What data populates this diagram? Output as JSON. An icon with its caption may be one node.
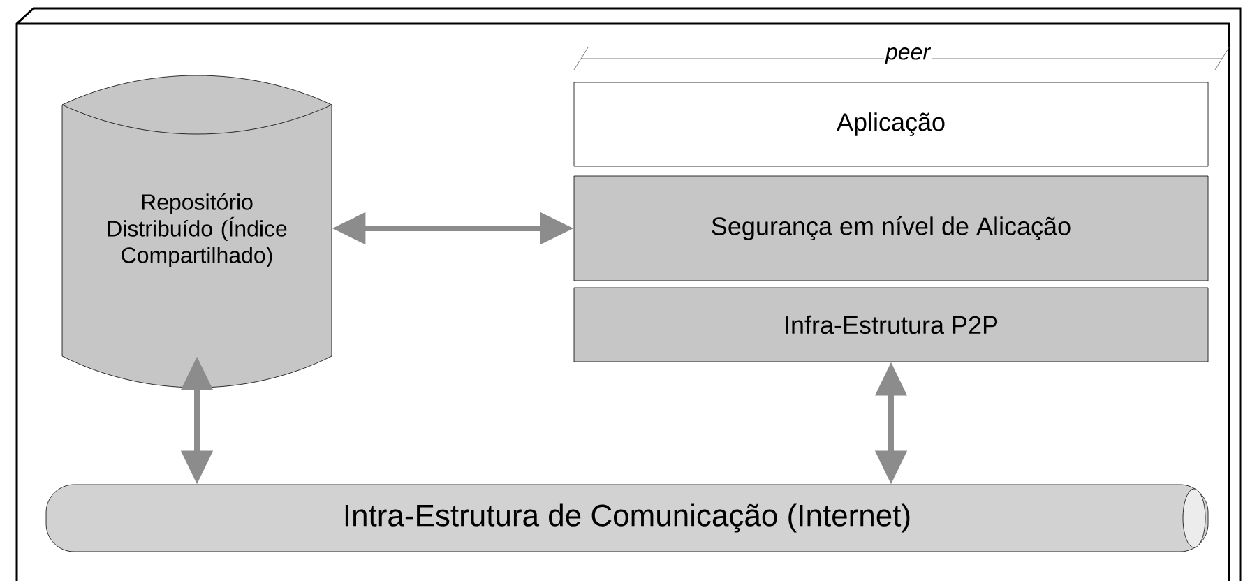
{
  "diagram": {
    "nodes": [
      {
        "text": [
          "Repositório Distribuído (Índice Compartilhado)"
        ]
      },
      {
        "text": [
          "Aplicação"
        ]
      },
      {
        "text": [
          "Segurança em nível de Alicação"
        ]
      },
      {
        "text": [
          "Infra-Estrutura P2P"
        ]
      },
      {
        "text": [
          "Intra-Estrutura de Comunicação (Internet)"
        ]
      }
    ],
    "edges": [
      {
        "from": 0,
        "to": 2,
        "arrow": "both"
      },
      {
        "from": 0,
        "to": 4,
        "arrow": "both"
      },
      {
        "from": 3,
        "to": 4,
        "arrow": "both"
      }
    ],
    "labels": [
      "peer"
    ]
  }
}
